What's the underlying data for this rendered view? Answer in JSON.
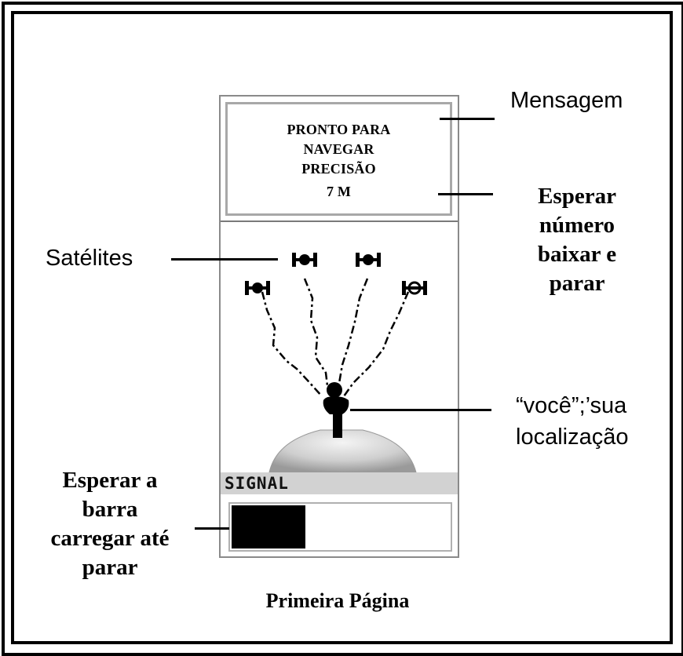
{
  "device": {
    "message_lines": [
      "PRONTO PARA",
      "NAVEGAR",
      "PRECISÃO",
      "7 M"
    ],
    "signal_label": "SIGNAL",
    "signal_level_percent": 34
  },
  "labels": {
    "mensagem": "Mensagem",
    "esperar_numero": [
      "Esperar",
      "número",
      "baixar e",
      "parar"
    ],
    "satelites": "Satélites",
    "voce": [
      "“você”;’sua",
      "localização"
    ],
    "esperar_barra": [
      "Esperar a",
      "barra",
      "carregar até",
      "parar"
    ]
  },
  "caption": "Primeira Página",
  "icons": {
    "satellite": "satellite-icon",
    "person": "person-icon",
    "earth": "earth-dome-icon"
  }
}
